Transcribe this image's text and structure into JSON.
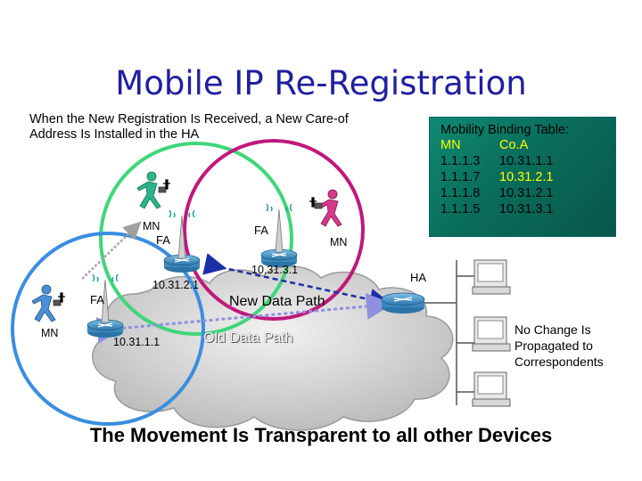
{
  "title": "Mobile IP Re-Registration",
  "subtitle": "When the New Registration Is Received, a New Care-of Address Is Installed in the HA",
  "binding_table": {
    "title": "Mobility Binding Table:",
    "header": [
      "MN",
      "Co.A"
    ],
    "rows": [
      [
        "1.1.1.3",
        "10.31.1.1"
      ],
      [
        "1.1.1.7",
        "10.31.2.1"
      ],
      [
        "1.1.1.8",
        "10.31.2.1"
      ],
      [
        "1.1.1.5",
        "10.31.3.1"
      ]
    ]
  },
  "nodes": {
    "mn_left": "MN",
    "fa_left": "FA",
    "mn_green": "MN",
    "fa_green": "FA",
    "fa_magenta": "FA",
    "mn_magenta": "MN",
    "ha": "HA"
  },
  "addresses": {
    "green": "10.31.2.1",
    "magenta": "10.31.3.1",
    "blue": "10.31.1.1"
  },
  "paths": {
    "new": "New Data Path",
    "old": "Old Data Path"
  },
  "note": "No Change Is Propagated to Correspondents",
  "footer": "The Movement Is Transparent to all other Devices",
  "colors": {
    "title": "#1f1fa0",
    "green_circle": "#3fd67a",
    "magenta_circle": "#c0187a",
    "blue_circle": "#3a8ee0",
    "new_path": "#1a2fa8",
    "old_path": "#9090e0",
    "table_bg": "#0a6d5b",
    "table_highlight": "#ffff00"
  },
  "icons": [
    "router-icon",
    "antenna-icon",
    "running-person-icon",
    "workstation-icon",
    "cloud-icon"
  ]
}
